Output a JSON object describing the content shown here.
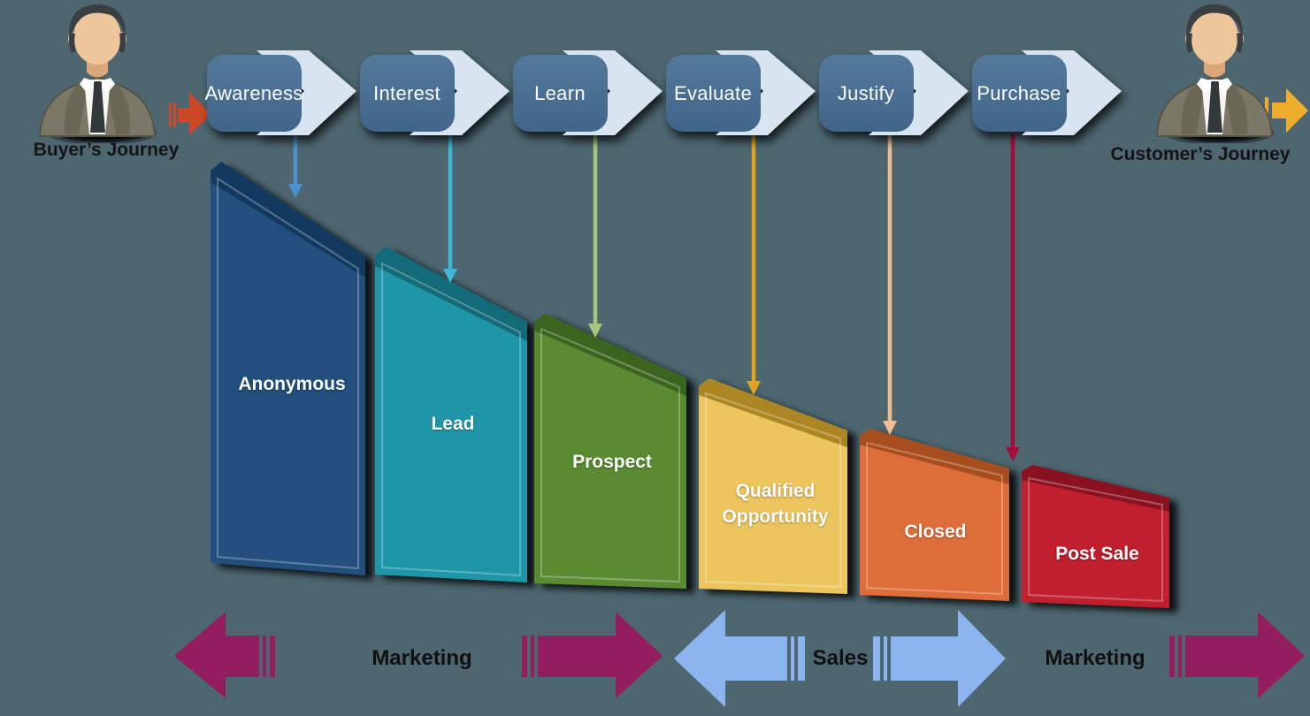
{
  "diagram_title": "Buyer's Journey funnel diagram",
  "colors": {
    "background": "#4d6670",
    "chevron_fill_top": "#53799b",
    "chevron_fill_bottom": "#41658a",
    "chevron_arrow_fill": "#d8e4f0",
    "chevron_text": "#ffffff",
    "buyer_arrow": "#cc4827",
    "customer_arrow": "#edae2c"
  },
  "buyer": {
    "label": "Buyer’s Journey"
  },
  "customer": {
    "label": "Customer’s Journey"
  },
  "journey_steps": [
    {
      "label": "Awareness",
      "arrow_color": "#4d92cf"
    },
    {
      "label": "Interest",
      "arrow_color": "#41b6d8"
    },
    {
      "label": "Learn",
      "arrow_color": "#a7c87b"
    },
    {
      "label": "Evaluate",
      "arrow_color": "#dfa41f"
    },
    {
      "label": "Justify",
      "arrow_color": "#f1bf92"
    },
    {
      "label": "Purchase",
      "arrow_color": "#a50c38"
    }
  ],
  "funnel_stages": [
    {
      "label": "Anonymous",
      "color": "#224f7d",
      "dark": "#123a61"
    },
    {
      "label": "Lead",
      "color": "#1e96a7",
      "dark": "#136a78"
    },
    {
      "label": "Prospect",
      "color": "#5a8b33",
      "dark": "#3b651e"
    },
    {
      "label": "Qualified Opportunity",
      "color": "#ecc55e",
      "dark": "#ab8623"
    },
    {
      "label": "Closed",
      "color": "#dd6e3a",
      "dark": "#a84e1e"
    },
    {
      "label": "Post Sale",
      "color": "#c01f2d",
      "dark": "#8a1220"
    }
  ],
  "flow_bands": [
    {
      "label": "Marketing",
      "color": "#941d5f"
    },
    {
      "label": "Sales",
      "color": "#8cb4ee"
    },
    {
      "label": "Marketing",
      "color": "#941d5f"
    }
  ]
}
